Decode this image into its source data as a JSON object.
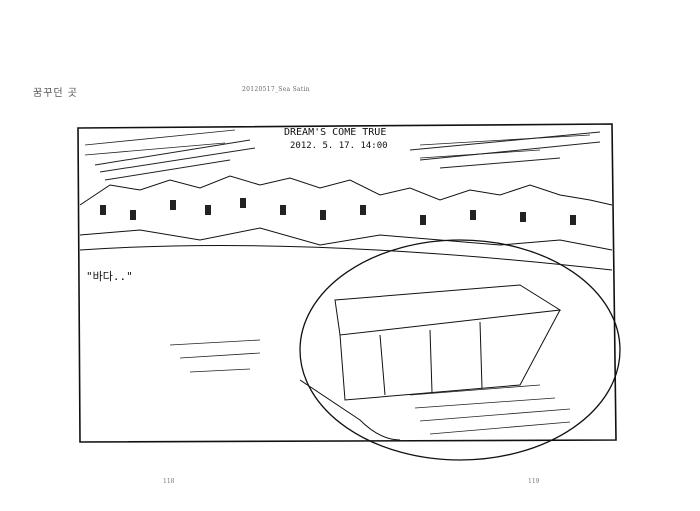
{
  "header": {
    "chapter_title": "꿈꾸던 곳",
    "entry_label": "20120517_Sea Satin"
  },
  "footer": {
    "left_page_number": "118",
    "right_page_number": "119"
  },
  "sketch": {
    "handwritten_title": "DREAM'S COME TRUE",
    "handwritten_date": "2012. 5. 17. 14:00",
    "handwritten_sea": "\"바다..\"",
    "colors": {
      "ink": "#111111",
      "paper": "#ffffff"
    }
  }
}
